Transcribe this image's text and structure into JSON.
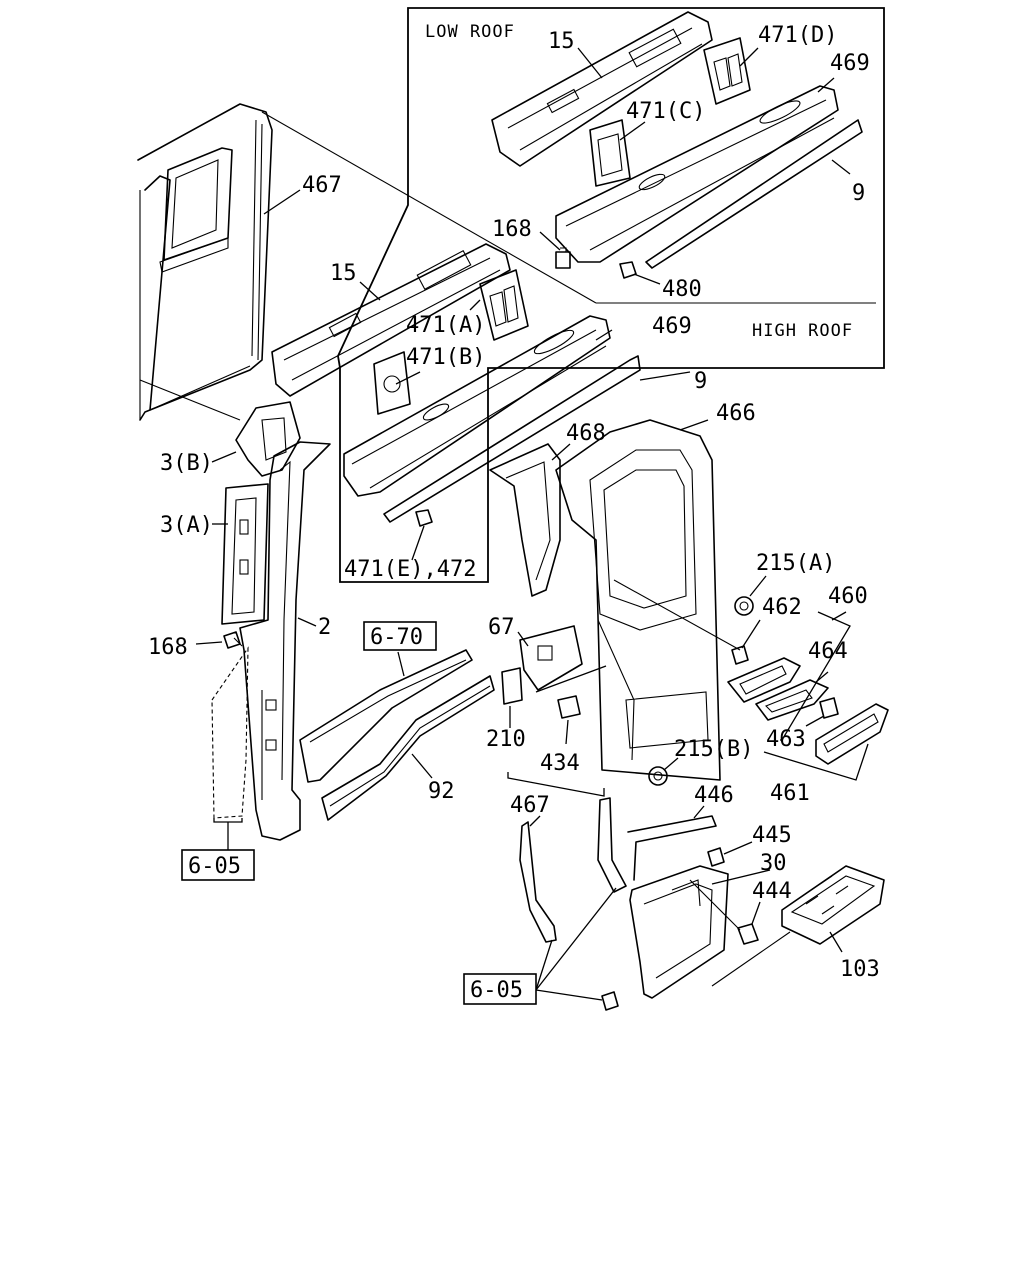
{
  "captions": {
    "low_roof": "LOW ROOF",
    "high_roof": "HIGH ROOF"
  },
  "labels": {
    "p15_low": "15",
    "p471d": "471(D)",
    "p469_low": "469",
    "p471c": "471(C)",
    "p9_low": "9",
    "p168_top": "168",
    "p480": "480",
    "p467_top": "467",
    "p15_high": "15",
    "p471a": "471(A)",
    "p469_high": "469",
    "p471b": "471(B)",
    "p9_high": "9",
    "p3b": "3(B)",
    "p3a": "3(A)",
    "p466": "466",
    "p468": "468",
    "p471e_472": "471(E),472",
    "p215a": "215(A)",
    "p460": "460",
    "p462": "462",
    "p168_mid": "168",
    "p2": "2",
    "p67": "67",
    "p464": "464",
    "p210": "210",
    "p463": "463",
    "p434": "434",
    "p215b": "215(B)",
    "p92": "92",
    "p461": "461",
    "p446": "446",
    "p467_bottom": "467",
    "p445": "445",
    "p30": "30",
    "p444": "444",
    "p103": "103"
  },
  "ref_boxes": {
    "ref_6_70": "6-70",
    "ref_6_05_left": "6-05",
    "ref_6_05_bottom": "6-05"
  }
}
